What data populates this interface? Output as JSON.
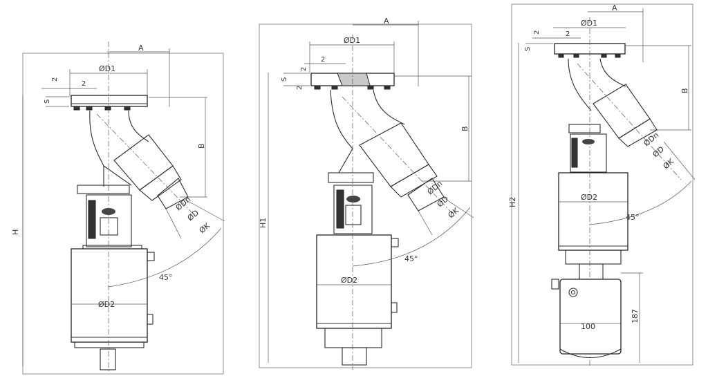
{
  "labels": {
    "A": "A",
    "B": "B",
    "S": "S",
    "two": "2",
    "D1": "ØD1",
    "Dn": "ØDn",
    "D": "ØD",
    "K": "ØK",
    "D2": "ØD2",
    "angle": "45°",
    "H": "H",
    "H1": "H1",
    "H2": "H2",
    "dim187": "187",
    "dim100": "100"
  }
}
